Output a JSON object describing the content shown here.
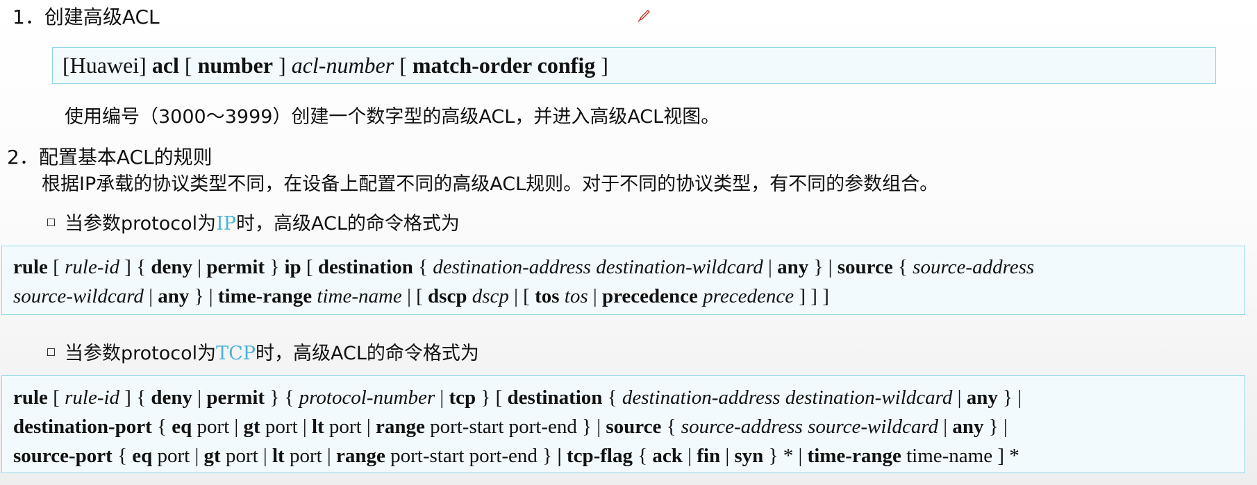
{
  "section1": {
    "title": "1．创建高级ACL",
    "command": {
      "prefix": "[Huawei]",
      "acl": "acl",
      "lb": "[",
      "number": "number",
      "rb": "]",
      "acl_number": "acl-number",
      "lb2": "[",
      "match_order": "match-order config",
      "rb2": "]"
    },
    "description": "使用编号（3000～3999）创建一个数字型的高级ACL，并进入高级ACL视图。"
  },
  "section2": {
    "title": "2．配置基本ACL的规则",
    "intro": "根据IP承载的协议类型不同，在设备上配置不同的高级ACL规则。对于不同的协议类型，有不同的参数组合。",
    "ip_heading": {
      "pre": "当参数protocol为",
      "accent": "IP",
      "post": "时，高级ACL的命令格式为"
    },
    "tcp_heading": {
      "pre": "当参数protocol为",
      "accent": "TCP",
      "post": "时，高级ACL的命令格式为"
    }
  },
  "colors": {
    "accent": "#4bb3d6",
    "box_border": "#8fd7e6",
    "box_bg": "#f2fafd"
  },
  "icons": {
    "pen": "pen-icon"
  }
}
